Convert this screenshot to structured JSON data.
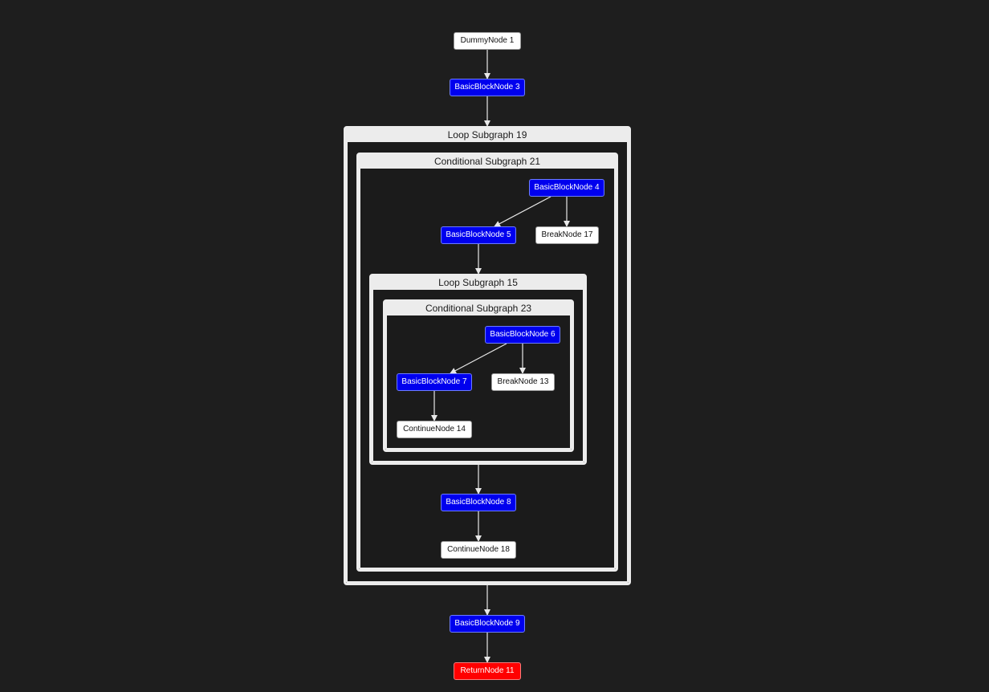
{
  "subgraphs": {
    "loop19": "Loop Subgraph 19",
    "cond21": "Conditional Subgraph 21",
    "loop15": "Loop Subgraph 15",
    "cond23": "Conditional Subgraph 23"
  },
  "nodes": {
    "dummy1": "DummyNode 1",
    "bb3": "BasicBlockNode 3",
    "bb4": "BasicBlockNode 4",
    "bb5": "BasicBlockNode 5",
    "break17": "BreakNode 17",
    "bb6": "BasicBlockNode 6",
    "bb7": "BasicBlockNode 7",
    "break13": "BreakNode 13",
    "continue14": "ContinueNode 14",
    "bb8": "BasicBlockNode 8",
    "continue18": "ContinueNode 18",
    "bb9": "BasicBlockNode 9",
    "return11": "ReturnNode 11"
  },
  "colors": {
    "background": "#1e1e1e",
    "basic_block": "#0000ee",
    "return": "#ff0000",
    "plain": "#ffffff",
    "edge": "#e8e8e8"
  }
}
